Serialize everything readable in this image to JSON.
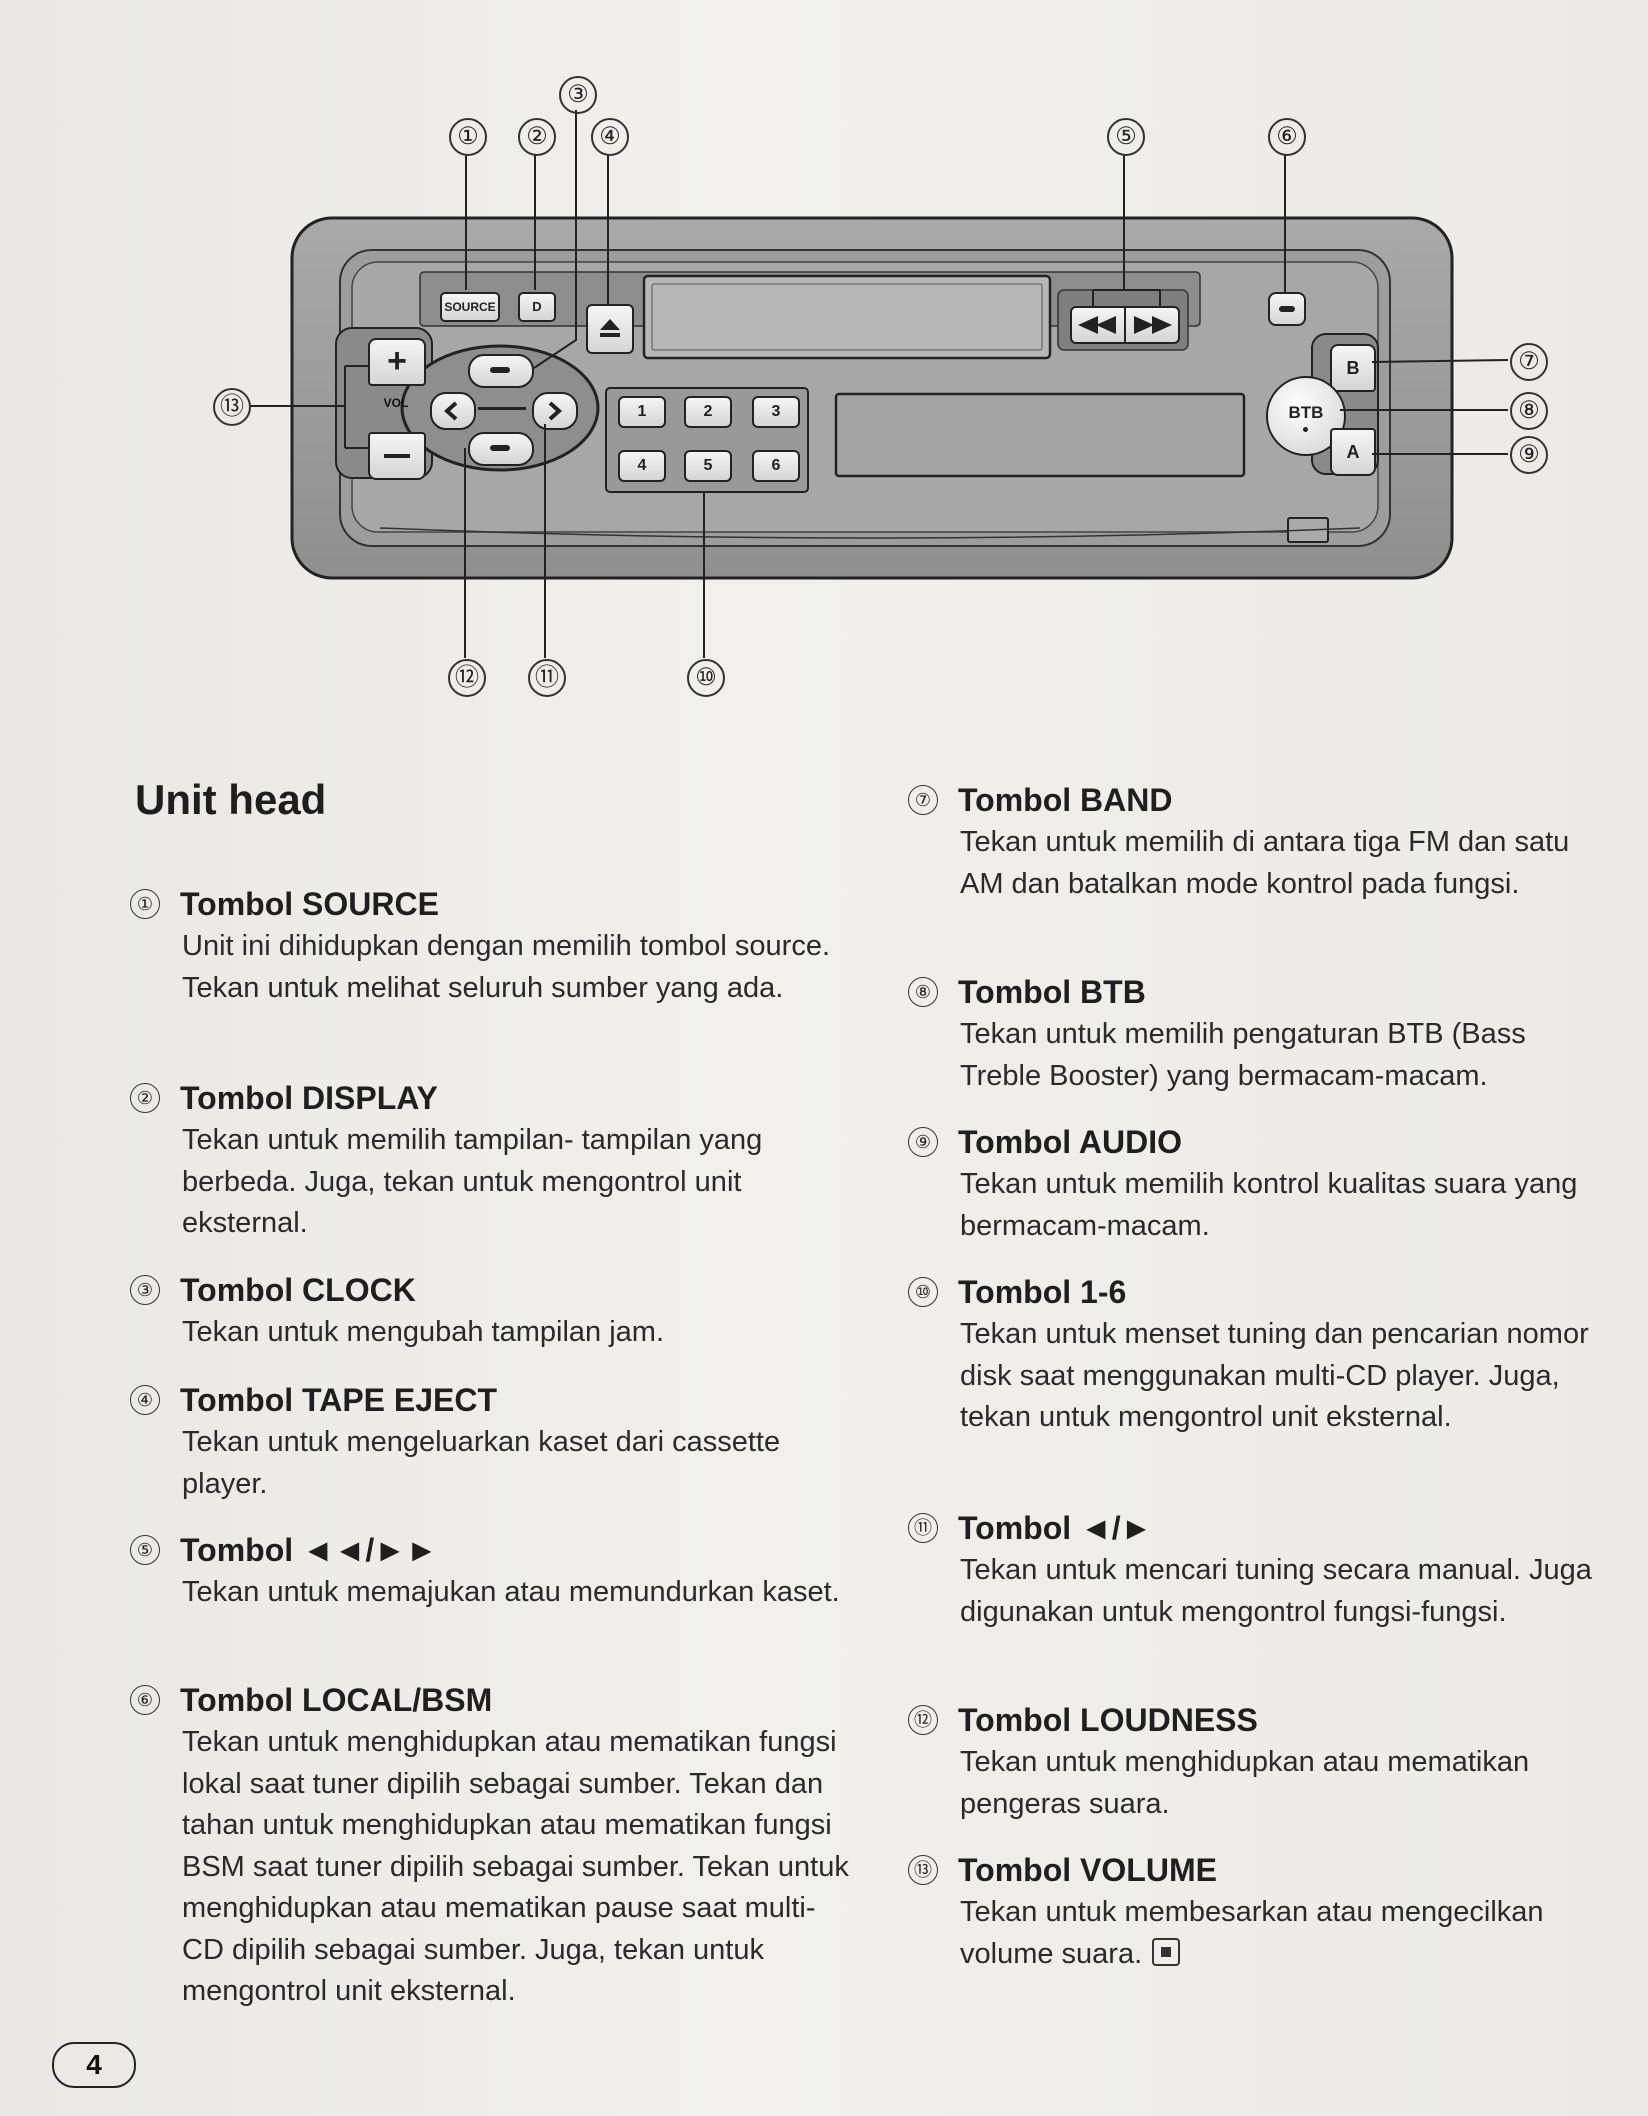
{
  "diagram": {
    "button_labels": {
      "source": "SOURCE",
      "display": "D",
      "vol": "VOL",
      "btb": "BTB",
      "band": "B",
      "audio": "A",
      "presets": [
        "1",
        "2",
        "3",
        "4",
        "5",
        "6"
      ]
    },
    "callouts": [
      "①",
      "②",
      "③",
      "④",
      "⑤",
      "⑥",
      "⑦",
      "⑧",
      "⑨",
      "⑩",
      "⑪",
      "⑫",
      "⑬"
    ]
  },
  "section_title": "Unit head",
  "items_left": [
    {
      "badge": "①",
      "title": "Tombol SOURCE",
      "desc": "Unit ini dihidupkan dengan memilih tombol source. Tekan untuk melihat seluruh sumber yang ada."
    },
    {
      "badge": "②",
      "title": "Tombol DISPLAY",
      "desc": "Tekan untuk memilih tampilan- tampilan yang berbeda. Juga, tekan untuk mengontrol unit eksternal."
    },
    {
      "badge": "③",
      "title": "Tombol CLOCK",
      "desc": "Tekan untuk mengubah tampilan jam."
    },
    {
      "badge": "④",
      "title": "Tombol TAPE EJECT",
      "desc": "Tekan untuk mengeluarkan kaset dari cassette player."
    },
    {
      "badge": "⑤",
      "title": "Tombol ◄◄/►►",
      "desc": "Tekan untuk memajukan atau memundurkan kaset."
    },
    {
      "badge": "⑥",
      "title": "Tombol LOCAL/BSM",
      "desc": "Tekan untuk menghidupkan atau mematikan fungsi lokal saat tuner dipilih sebagai sumber. Tekan dan tahan untuk menghidupkan atau mematikan fungsi BSM saat tuner dipilih sebagai sumber. Tekan untuk menghidupkan atau mematikan pause saat multi-CD dipilih sebagai sumber. Juga, tekan untuk mengontrol unit eksternal."
    }
  ],
  "items_right": [
    {
      "badge": "⑦",
      "title": "Tombol BAND",
      "desc": "Tekan untuk memilih di antara tiga FM dan satu AM dan batalkan mode kontrol pada fungsi."
    },
    {
      "badge": "⑧",
      "title": "Tombol BTB",
      "desc": "Tekan untuk memilih pengaturan BTB (Bass Treble Booster) yang bermacam-macam."
    },
    {
      "badge": "⑨",
      "title": "Tombol AUDIO",
      "desc": "Tekan untuk memilih kontrol kualitas suara yang bermacam-macam."
    },
    {
      "badge": "⑩",
      "title": "Tombol 1-6",
      "desc": "Tekan untuk menset tuning dan pencarian nomor disk saat menggunakan multi-CD player. Juga, tekan untuk mengontrol unit eksternal."
    },
    {
      "badge": "⑪",
      "title": "Tombol ◄/►",
      "desc": "Tekan untuk mencari tuning secara manual. Juga digunakan untuk mengontrol fungsi-fungsi."
    },
    {
      "badge": "⑫",
      "title": "Tombol LOUDNESS",
      "desc": "Tekan untuk menghidupkan atau mematikan pengeras suara."
    },
    {
      "badge": "⑬",
      "title": "Tombol VOLUME",
      "desc": "Tekan untuk membesarkan atau mengecilkan volume suara."
    }
  ],
  "page_number": "4"
}
